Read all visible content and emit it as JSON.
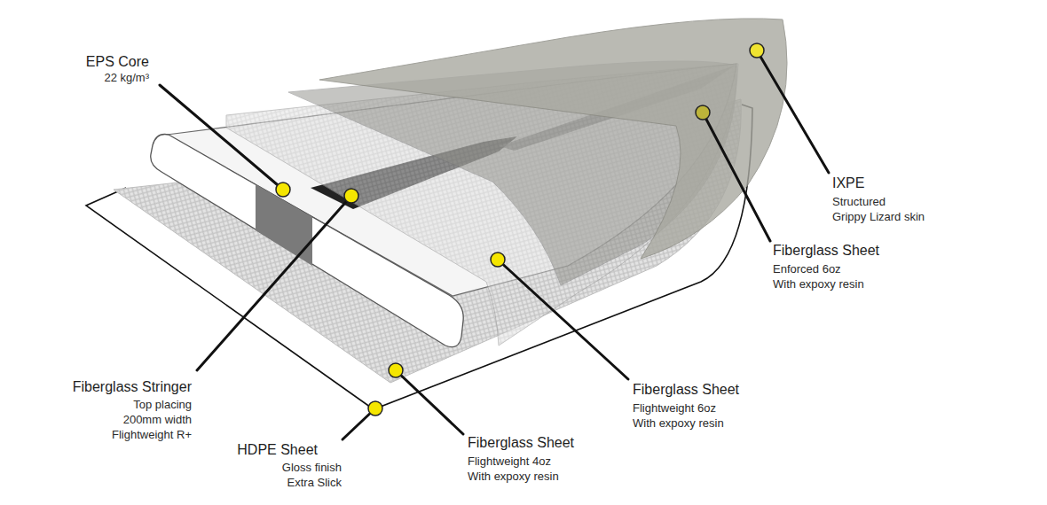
{
  "diagram": {
    "labels": [
      "EPS Core",
      "22 kg/m³",
      "Fiberglass Stringer",
      "Top placing 200mm width Flightweight R+",
      "HDPE Sheet",
      "Gloss finish Extra Slick",
      "Fiberglass Sheet",
      "Flightweight 4oz With expoxy resin",
      "Fiberglass Sheet",
      "Flightweight 6oz With expoxy resin",
      "Fiberglass Sheet",
      "Enforced 6oz With expoxy resin",
      "IXPE",
      "Structured Grippy Lizard skin"
    ]
  }
}
